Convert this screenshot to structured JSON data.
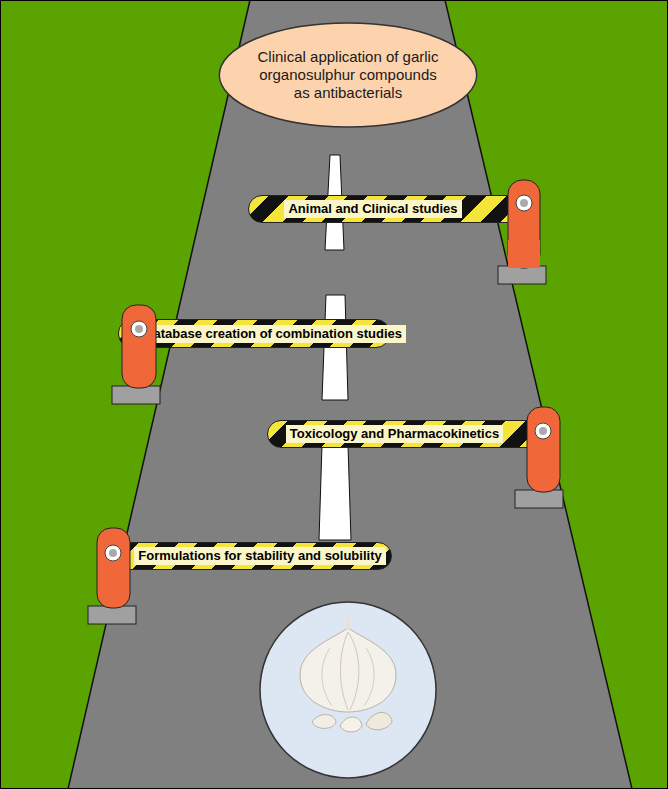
{
  "diagram": {
    "nodes": [
      {
        "text": [
          "Clinical application of garlic organosulphur compounds as antibacterials"
        ]
      },
      {
        "text": [
          "Animal and Clinical studies"
        ]
      },
      {
        "text": [
          "Database creation of combination studies"
        ]
      },
      {
        "text": [
          "Toxicology and Pharmacokinetics"
        ]
      },
      {
        "text": [
          "Formulations for stability and solubility"
        ]
      }
    ]
  }
}
